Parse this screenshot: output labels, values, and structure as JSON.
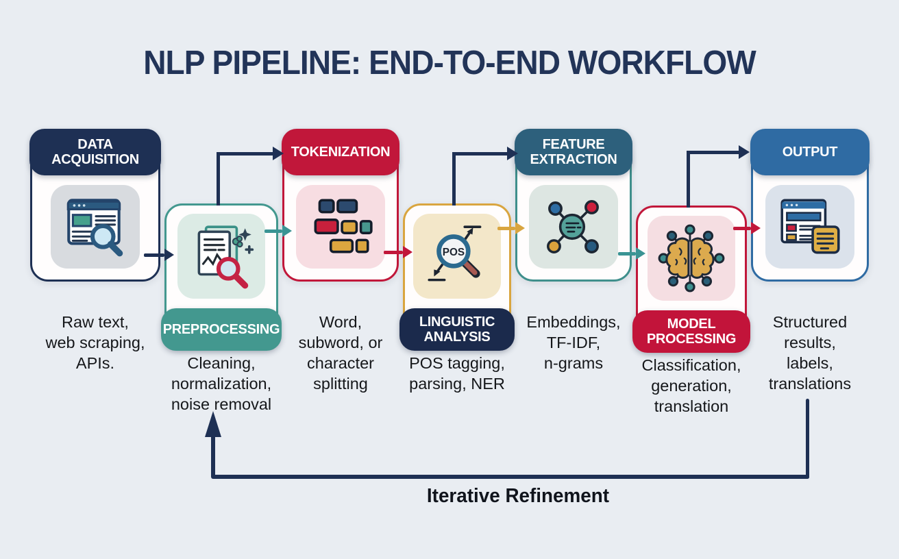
{
  "title": "NLP PIPELINE: END-TO-END WORKFLOW",
  "stages": [
    {
      "label": "DATA\nACQUISITION",
      "caption": "Raw text,\nweb scraping,\nAPIs.",
      "icon": "browser-search-icon",
      "header_color": "#1e3054",
      "header_position": "top"
    },
    {
      "label": "PREPROCESSING",
      "caption": "Cleaning,\nnormalization,\nnoise removal",
      "icon": "document-cleaning-icon",
      "header_color": "#43988f",
      "header_position": "bottom"
    },
    {
      "label": "TOKENIZATION",
      "caption": "Word,\nsubword, or\ncharacter\nsplitting",
      "icon": "token-blocks-icon",
      "header_color": "#c1173a",
      "header_position": "top"
    },
    {
      "label": "LINGUISTIC\nANALYSIS",
      "caption": "POS tagging,\nparsing, NER",
      "icon": "pos-magnifier-icon",
      "header_color": "#1b2a4c",
      "header_position": "bottom"
    },
    {
      "label": "FEATURE\nEXTRACTION",
      "caption": "Embeddings,\nTF-IDF,\nn-grams",
      "icon": "network-nodes-icon",
      "header_color": "#2d607c",
      "header_position": "top"
    },
    {
      "label": "MODEL\nPROCESSING",
      "caption": "Classification,\ngeneration,\ntranslation",
      "icon": "brain-network-icon",
      "header_color": "#c2143a",
      "header_position": "bottom"
    },
    {
      "label": "OUTPUT",
      "caption": "Structured\nresults,\nlabels,\ntranslations",
      "icon": "output-report-icon",
      "header_color": "#2f6ba3",
      "header_position": "top"
    }
  ],
  "connections": [
    {
      "from": "DATA ACQUISITION",
      "to": "PREPROCESSING",
      "color": "#1e3054"
    },
    {
      "from": "PREPROCESSING",
      "to": "TOKENIZATION",
      "color": "#3a9494"
    },
    {
      "from": "PREPROCESSING",
      "to": "TOKENIZATION",
      "color": "#1e3054",
      "style": "elbow-into-header"
    },
    {
      "from": "TOKENIZATION",
      "to": "LINGUISTIC ANALYSIS",
      "color": "#c1173a"
    },
    {
      "from": "LINGUISTIC ANALYSIS",
      "to": "FEATURE EXTRACTION",
      "color": "#d9a53f"
    },
    {
      "from": "LINGUISTIC ANALYSIS",
      "to": "FEATURE EXTRACTION",
      "color": "#1e3054",
      "style": "elbow-into-header"
    },
    {
      "from": "FEATURE EXTRACTION",
      "to": "MODEL PROCESSING",
      "color": "#3a9494"
    },
    {
      "from": "MODEL PROCESSING",
      "to": "OUTPUT",
      "color": "#c1173a"
    },
    {
      "from": "MODEL PROCESSING",
      "to": "OUTPUT",
      "color": "#1e3054",
      "style": "elbow-into-header"
    }
  ],
  "feedback_loop": {
    "label": "Iterative Refinement",
    "from": "OUTPUT",
    "to": "PREPROCESSING",
    "color": "#1e3054"
  },
  "palette": {
    "background": "#e9edf2",
    "navy": "#1e3054",
    "teal": "#43988f",
    "crimson": "#c1173a",
    "gold": "#d9a53f",
    "blue": "#2f6ba3",
    "slate_teal": "#2d607c",
    "caption_text": "#15171a"
  }
}
